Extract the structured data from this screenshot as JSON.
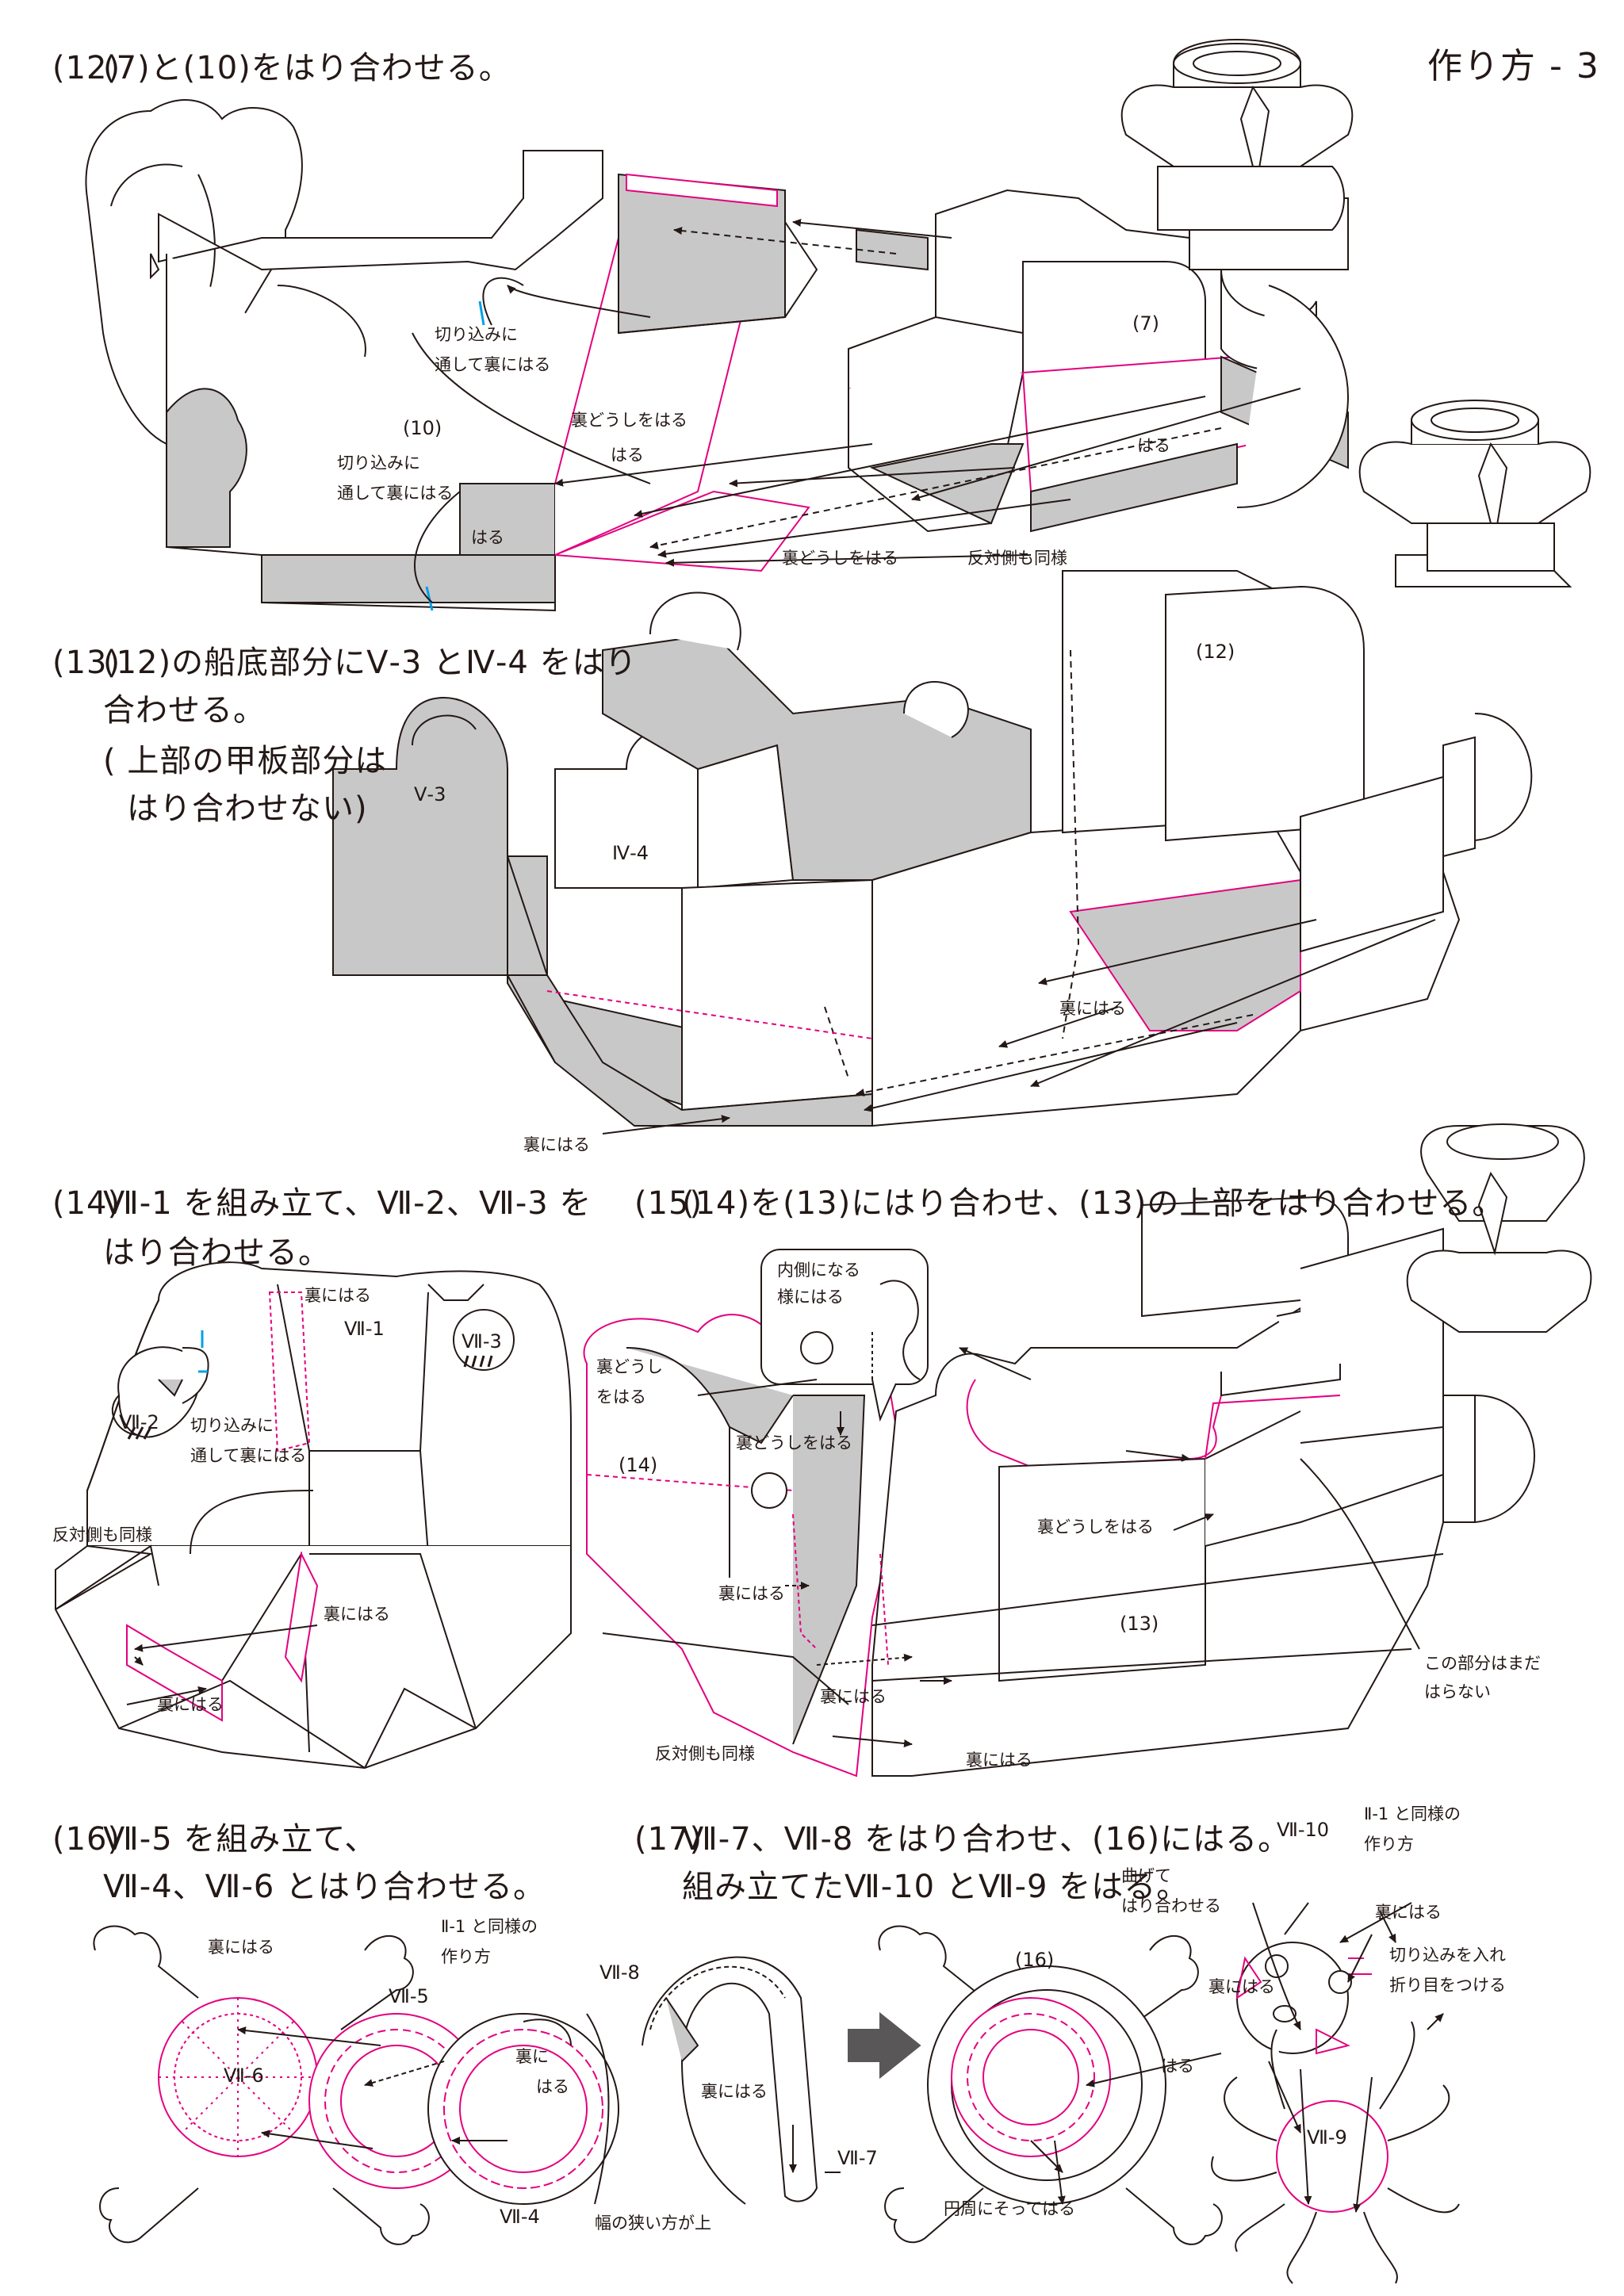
{
  "page": {
    "title": "作り方 - 3"
  },
  "steps": [
    {
      "num": "(12)",
      "lines": [
        "(7)と(10)をはり合わせる。"
      ]
    },
    {
      "num": "(13)",
      "lines": [
        "(12)の船底部分にⅤ-3 とⅣ-4 をはり",
        "合わせる。",
        "( 上部の甲板部分は",
        "はり合わせない)"
      ]
    },
    {
      "num": "(14)",
      "lines": [
        "Ⅶ-1 を組み立て、Ⅶ-2、Ⅶ-3 を",
        "はり合わせる。"
      ]
    },
    {
      "num": "(15)",
      "lines": [
        "(14)を(13)にはり合わせ、(13)の上部をはり合わせる。"
      ]
    },
    {
      "num": "(16)",
      "lines": [
        "Ⅶ-5 を組み立て、",
        "Ⅶ-4、Ⅶ-6 とはり合わせる。"
      ]
    },
    {
      "num": "(17)",
      "lines": [
        "Ⅶ-7、Ⅶ-8 をはり合わせ、(16)にはる。",
        "組み立てたⅦ-10 とⅦ-9 をはる。"
      ]
    }
  ],
  "labels": {
    "s12": {
      "part7": "(7)",
      "part10": "(10)",
      "cut_through_1": [
        "切り込みに",
        "通して裏にはる"
      ],
      "cut_through_2": [
        "切り込みに",
        "通して裏にはる"
      ],
      "back_to_back_1": "裏どうしをはる",
      "paste_1": "はる",
      "paste_2": "はる",
      "paste_3": "はる",
      "back_to_back_2": "裏どうしをはる",
      "opposite_side": "反対側も同様"
    },
    "s13": {
      "part12": "(12)",
      "part_v3": "Ⅴ-3",
      "part_iv4": "Ⅳ-4",
      "back_1": "裏にはる",
      "back_2": "裏にはる"
    },
    "s14": {
      "back_1": "裏にはる",
      "part_vii1": "Ⅶ-1",
      "part_vii3": "Ⅶ-3",
      "part_vii2": "Ⅶ-2",
      "cut_through": [
        "切り込みに",
        "通して裏にはる"
      ],
      "opposite_side": "反対側も同様",
      "back_2": "裏にはる",
      "back_3": "裏にはる"
    },
    "s15": {
      "callout": [
        "内側になる",
        "様にはる"
      ],
      "back_to_back_1": [
        "裏どうし",
        "をはる"
      ],
      "part14": "(14)",
      "back_to_back_2": "裏どうしをはる",
      "back_to_back_3": "裏どうしをはる",
      "back_1": "裏にはる",
      "part13": "(13)",
      "back_2": "裏にはる",
      "back_3": "裏にはる",
      "opposite_side": "反対側も同様",
      "not_yet": [
        "この部分はまだ",
        "はらない"
      ]
    },
    "s16": {
      "back_1": "裏にはる",
      "same_as": [
        "Ⅱ-1 と同様の",
        "作り方"
      ],
      "part_vii6": "Ⅶ-6",
      "part_vii5": "Ⅶ-5",
      "back_2": [
        "裏に",
        "はる"
      ],
      "part_vii4": "Ⅶ-4",
      "narrow_up": "幅の狭い方が上",
      "part_vii8": "Ⅶ-8",
      "back_3": "裏にはる",
      "part_vii7": "Ⅶ-7"
    },
    "s17": {
      "part16": "(16)",
      "circumference": "円周にそってはる",
      "part_vii10": "Ⅶ-10",
      "same_as": [
        "Ⅱ-1 と同様の",
        "作り方"
      ],
      "bend": [
        "曲げて",
        "はり合わせる"
      ],
      "back_1": "裏にはる",
      "back_2": "裏にはる",
      "cut_fold": [
        "切り込みを入れ",
        "折り目をつける"
      ],
      "paste": "はる",
      "part_vii9": "Ⅶ-9"
    }
  },
  "colors": {
    "line": "#231815",
    "shade": "#c8c8c8",
    "accent": "#e4007f",
    "cut": "#00a0e9"
  }
}
